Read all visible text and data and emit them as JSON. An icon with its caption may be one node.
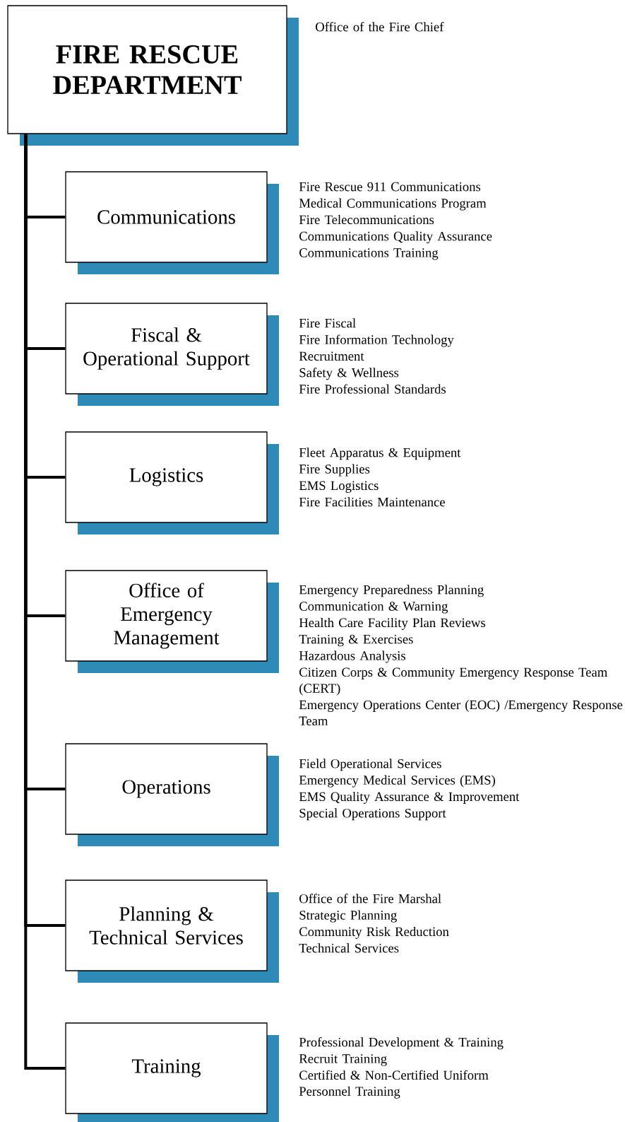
{
  "diagram": {
    "nodes": [
      {
        "text": [
          "FIRE RESCUE DEPARTMENT"
        ],
        "beside": [
          "Office of the Fire Chief"
        ]
      },
      {
        "text": [
          "Communications"
        ],
        "beside": [
          "Fire Rescue 911 Communications",
          "Medical Communications Program",
          "Fire Telecommunications",
          "Communications Quality Assurance",
          "Communications Training"
        ]
      },
      {
        "text": [
          "Fiscal & Operational Support"
        ],
        "beside": [
          "Fire Fiscal",
          "Fire Information Technology",
          "Recruitment",
          "Safety & Wellness",
          "Fire Professional Standards"
        ]
      },
      {
        "text": [
          "Logistics"
        ],
        "beside": [
          "Fleet Apparatus & Equipment",
          "Fire Supplies",
          "EMS Logistics",
          "Fire Facilities Maintenance"
        ]
      },
      {
        "text": [
          "Office of Emergency Management"
        ],
        "beside": [
          "Emergency Preparedness Planning",
          "Communication & Warning",
          "Health Care Facility Plan Reviews",
          "Training & Exercises",
          "Hazardous Analysis",
          "Citizen Corps & Community Emergency Response Team (CERT)",
          "Emergency Operations Center (EOC) /Emergency Response Team"
        ]
      },
      {
        "text": [
          "Operations"
        ],
        "beside": [
          "Field Operational Services",
          "Emergency Medical Services (EMS)",
          "EMS Quality Assurance & Improvement",
          "Special Operations Support"
        ]
      },
      {
        "text": [
          "Planning & Technical Services"
        ],
        "beside": [
          "Office of the Fire Marshal",
          "Strategic Planning",
          "Community Risk Reduction",
          "Technical Services"
        ]
      },
      {
        "text": [
          "Training"
        ],
        "beside": [
          "Professional Development & Training",
          "Recruit Training",
          "Certified & Non-Certified Uniform Personnel Training"
        ]
      }
    ],
    "edges": [
      {
        "from": 0,
        "to": 1,
        "arrow": "none"
      },
      {
        "from": 0,
        "to": 2,
        "arrow": "none"
      },
      {
        "from": 0,
        "to": 3,
        "arrow": "none"
      },
      {
        "from": 0,
        "to": 4,
        "arrow": "none"
      },
      {
        "from": 0,
        "to": 5,
        "arrow": "none"
      },
      {
        "from": 0,
        "to": 6,
        "arrow": "none"
      },
      {
        "from": 0,
        "to": 7,
        "arrow": "none"
      }
    ]
  }
}
